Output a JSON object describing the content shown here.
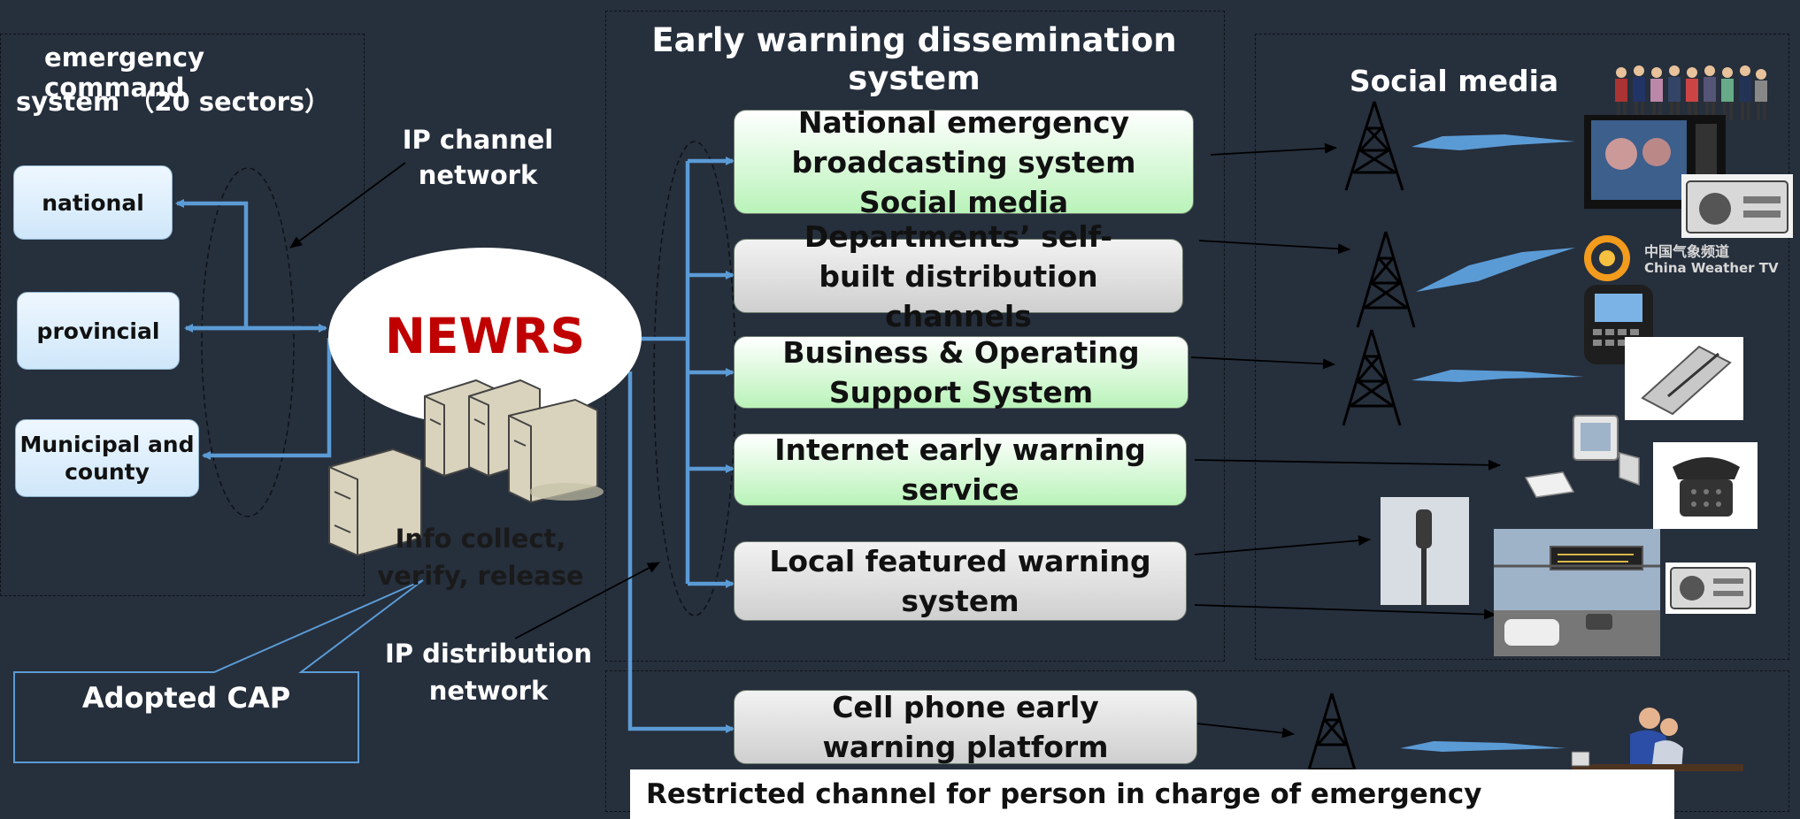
{
  "title": "Early warning dissemination system",
  "left_panel": {
    "title_line1": "emergency command",
    "title_line2": "system （20 sectors）",
    "levels": [
      "national",
      "provincial",
      "Municipal and county"
    ]
  },
  "ip_channel_label": "IP channel network",
  "center": {
    "name": "NEWRS",
    "caption": "Info collect, verify, release"
  },
  "ip_distribution_label": "IP distribution network",
  "adopted_cap": "Adopted CAP",
  "systems": [
    {
      "label": "National emergency broadcasting system Social media",
      "style": "green"
    },
    {
      "label": "Departments’ self-built distribution channels",
      "style": "gray"
    },
    {
      "label": "Business & Operating Support System",
      "style": "green"
    },
    {
      "label": "Internet early warning service",
      "style": "green"
    },
    {
      "label": "Local featured warning system",
      "style": "gray"
    }
  ],
  "cell_platform": "Cell phone early warning platform",
  "restricted_channel": "Restricted channel for person in charge of emergency",
  "social_media_label": "Social media",
  "tv_logo_cn": "中国气象频道",
  "tv_logo_en": "China Weather TV",
  "colors": {
    "background": "#262f3c",
    "arrow": "#5b9bd5",
    "newrs_red": "#c00000",
    "green_fill": "#b9f3b9",
    "gray_fill": "#cfcfcf"
  }
}
